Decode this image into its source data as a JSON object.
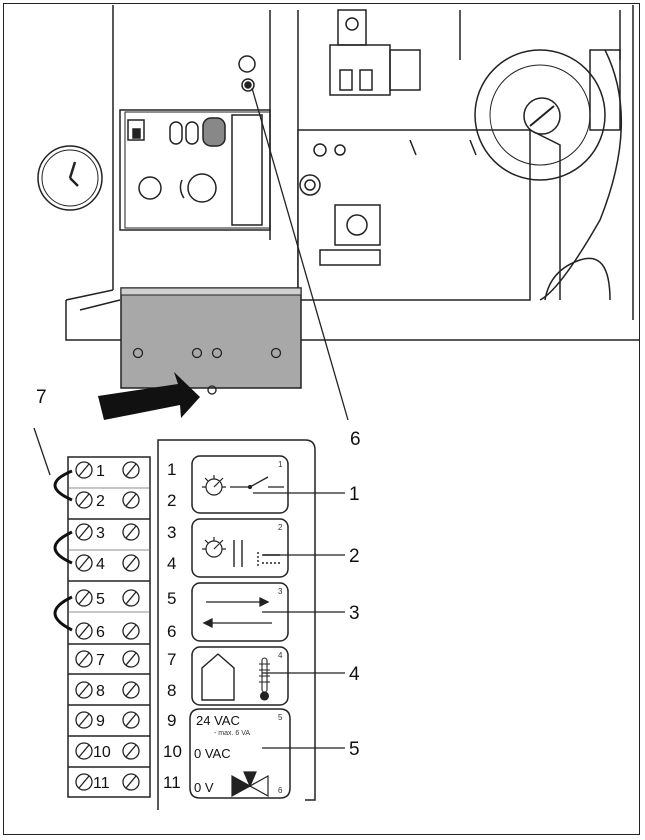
{
  "callouts": [
    "1",
    "2",
    "3",
    "4",
    "5",
    "6",
    "7"
  ],
  "terminals": [
    "1",
    "2",
    "3",
    "4",
    "5",
    "6",
    "7",
    "8",
    "9",
    "10",
    "11"
  ],
  "pins": [
    "1",
    "2",
    "3",
    "4",
    "5",
    "6",
    "7",
    "8",
    "9",
    "10",
    "11"
  ],
  "card_numbers": [
    "1",
    "2",
    "3",
    "4",
    "5",
    "6"
  ],
  "card5": {
    "v24": "24 VAC",
    "max": "- max. 6 VA",
    "v0ac": "0 VAC",
    "v0": "0 V"
  }
}
